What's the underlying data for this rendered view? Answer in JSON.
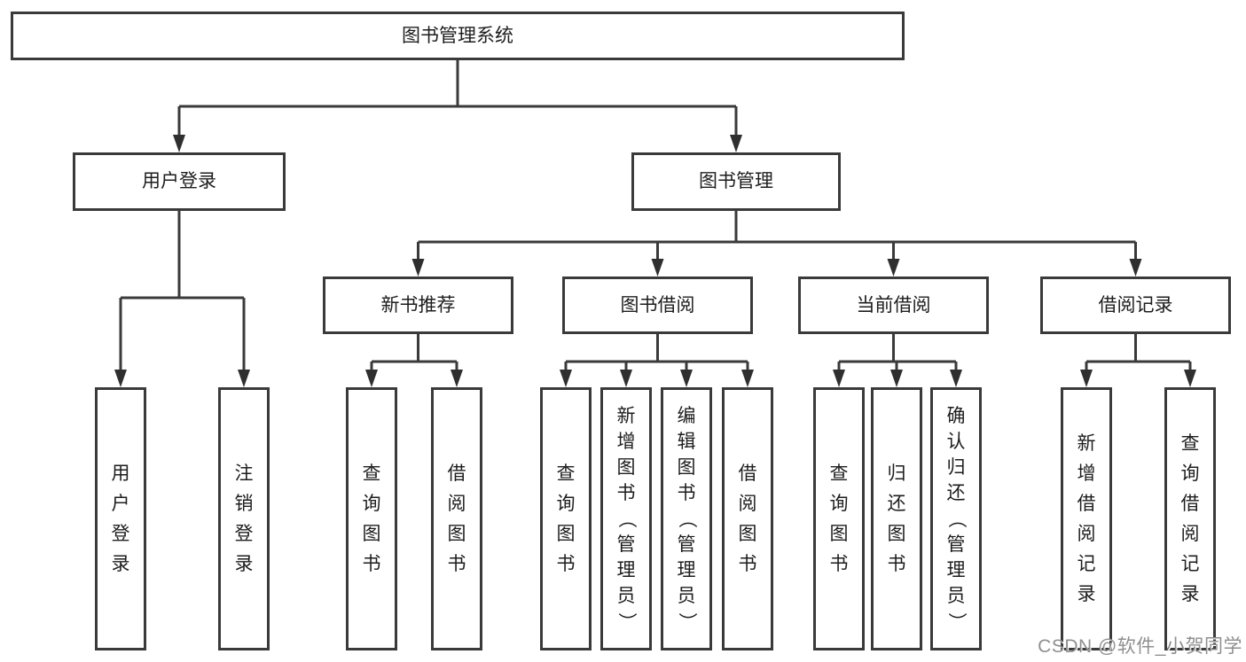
{
  "diagram_title": "图书管理系统",
  "tree": {
    "label": "图书管理系统",
    "children": [
      {
        "label": "用户登录",
        "children": [
          {
            "label": "用户登录"
          },
          {
            "label": "注销登录"
          }
        ]
      },
      {
        "label": "图书管理",
        "children": [
          {
            "label": "新书推荐",
            "children": [
              {
                "label": "查询图书"
              },
              {
                "label": "借阅图书"
              }
            ]
          },
          {
            "label": "图书借阅",
            "children": [
              {
                "label": "查询图书"
              },
              {
                "label": "新增图书（管理员）"
              },
              {
                "label": "编辑图书（管理员）"
              },
              {
                "label": "借阅图书"
              }
            ]
          },
          {
            "label": "当前借阅",
            "children": [
              {
                "label": "查询图书"
              },
              {
                "label": "归还图书"
              },
              {
                "label": "确认归还（管理员）"
              }
            ]
          },
          {
            "label": "借阅记录",
            "children": [
              {
                "label": "新增借阅记录"
              },
              {
                "label": "查询借阅记录"
              }
            ]
          }
        ]
      }
    ]
  },
  "watermark": "CSDN @软件_小贺同学",
  "colors": {
    "line": "#3a3a3a",
    "box_border": "#3a3a3a",
    "text": "#1d1d1d",
    "watermark": "#8f8f8f",
    "background": "#ffffff"
  }
}
